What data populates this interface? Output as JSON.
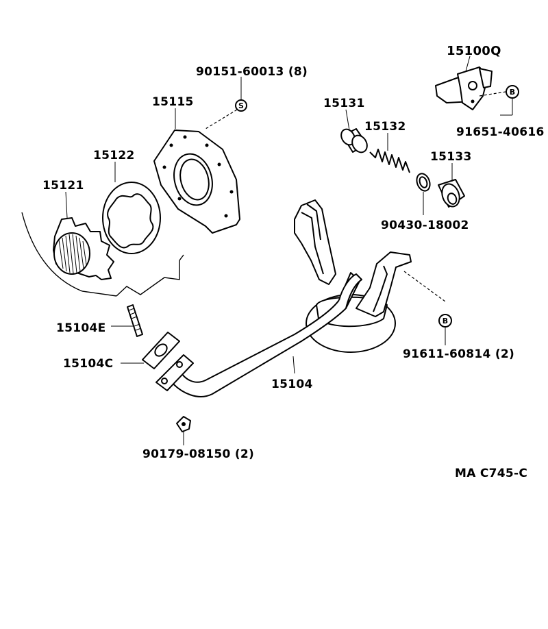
{
  "diagram": {
    "reference_code": "MA C745-C",
    "callout_symbols": {
      "s": "S",
      "b": "B"
    },
    "labels": {
      "p15100q": "15100Q",
      "p91651": "91651-40616",
      "p90151": "90151-60013 (8)",
      "p15115": "15115",
      "p15122": "15122",
      "p15121": "15121",
      "p15131": "15131",
      "p15132": "15132",
      "p15133": "15133",
      "p90430": "90430-18002",
      "p15104e": "15104E",
      "p15104c": "15104C",
      "p15104": "15104",
      "p91611": "91611-60814 (2)",
      "p90179": "90179-08150 (2)"
    }
  }
}
